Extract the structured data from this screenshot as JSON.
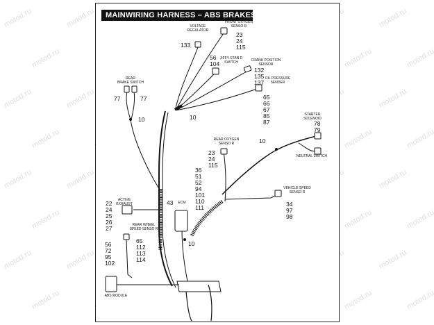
{
  "title": "MAINWIRING HARNESS – ABS BRAKES",
  "watermark": "motod.ru",
  "labels": {
    "voltage_regulator": "VOLTAGE\nREGULATOR",
    "front_oxygen_sensor": "FRONT OXYGEN\nSENSO R",
    "jiffy_stand_switch": "JIFFY STAN D\nSWITCH",
    "crank_position_sensor": "CRANK POSITION\nSENSOR",
    "oil_pressure_sender": "OIL PRESSURE\nSENDER",
    "rear_brake_switch": "REAR\nBRAKE SWITCH",
    "starter_solenoid": "STARTER\nSOLENOID",
    "rear_oxygen_sensor": "REAR OXYGEN\nSENSO R",
    "neutral_switch": "NEUTRAL SWITCH",
    "vehicle_speed_sensor": "VEHICLE SPEED\nSENSO R",
    "active_exhaust": "ACTIVE\nEXHAUST",
    "ecm": "ECM",
    "rear_wheel_speed_sensor": "REAR WHEEL\nSPEED SENSO R",
    "abs_module": "ABS MODULE"
  },
  "numbers": {
    "vr": "133",
    "fos": "23\n24\n115",
    "jss": "56\n104",
    "cps": "132\n135\n137",
    "ops": "65\n66\n67\n85\n87",
    "rbs_left": "77",
    "rbs_right": "77",
    "rbs_clip": "10",
    "harness_clip": "10",
    "ss": "78\n79",
    "ns_clip": "10",
    "ros": "23\n24\n115",
    "mid": "36\n51\n52\n94\n101\n110\n111",
    "ecm_num": "43",
    "ecm_clip": "10",
    "vss": "34\n97\n98",
    "ae": "22\n24\n25\n26\n27",
    "rwss": "65\n112\n113\n114",
    "abs": "56\n72\n95\n102"
  }
}
